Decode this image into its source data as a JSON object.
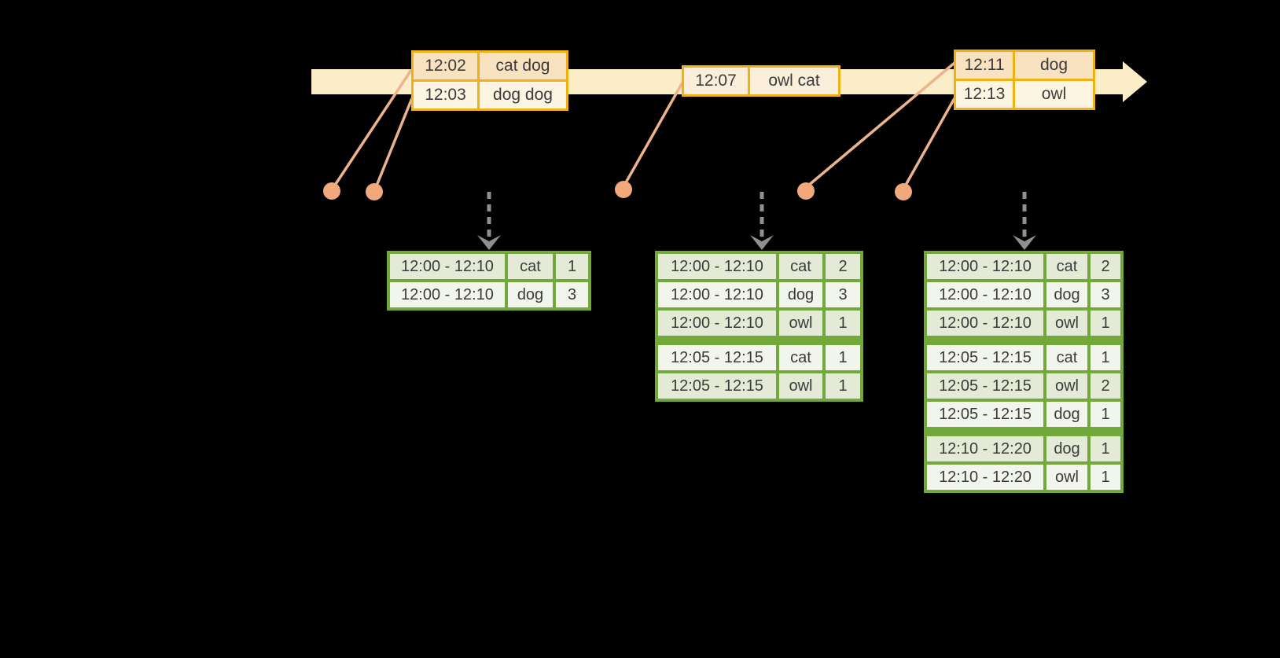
{
  "colors": {
    "background": "#000000",
    "timeline_band": "#FAEDC8",
    "event_table_border": "#EFB211",
    "event_row_dark": "#F9E2C0",
    "event_row_light": "#FDF5E2",
    "event_row_mid": "#FBEEDA",
    "dot": "#F1A97C",
    "connector_line": "#EDB38C",
    "result_table_border": "#73A93B",
    "result_row_dark": "#E3EBD6",
    "result_row_light": "#F2F5EC",
    "trigger_arrow": "#8F8F8F",
    "text": "#3B3B3B"
  },
  "timeline": {
    "event_tables": [
      {
        "rows": [
          {
            "time": "12:02",
            "words": "cat dog"
          },
          {
            "time": "12:03",
            "words": "dog dog"
          }
        ]
      },
      {
        "rows": [
          {
            "time": "12:07",
            "words": "owl cat"
          }
        ]
      },
      {
        "rows": [
          {
            "time": "12:11",
            "words": "dog"
          },
          {
            "time": "12:13",
            "words": "owl"
          }
        ]
      }
    ]
  },
  "result_tables": [
    {
      "rows": [
        {
          "window": "12:00 - 12:10",
          "word": "cat",
          "count": "1"
        },
        {
          "window": "12:00 - 12:10",
          "word": "dog",
          "count": "3"
        }
      ]
    },
    {
      "rows": [
        {
          "window": "12:00 - 12:10",
          "word": "cat",
          "count": "2"
        },
        {
          "window": "12:00 - 12:10",
          "word": "dog",
          "count": "3"
        },
        {
          "window": "12:00 - 12:10",
          "word": "owl",
          "count": "1"
        },
        {
          "window": "12:05 - 12:15",
          "word": "cat",
          "count": "1"
        },
        {
          "window": "12:05 - 12:15",
          "word": "owl",
          "count": "1"
        }
      ]
    },
    {
      "rows": [
        {
          "window": "12:00 - 12:10",
          "word": "cat",
          "count": "2"
        },
        {
          "window": "12:00 - 12:10",
          "word": "dog",
          "count": "3"
        },
        {
          "window": "12:00 - 12:10",
          "word": "owl",
          "count": "1"
        },
        {
          "window": "12:05 - 12:15",
          "word": "cat",
          "count": "1"
        },
        {
          "window": "12:05 - 12:15",
          "word": "owl",
          "count": "2"
        },
        {
          "window": "12:05 - 12:15",
          "word": "dog",
          "count": "1"
        },
        {
          "window": "12:10 - 12:20",
          "word": "dog",
          "count": "1"
        },
        {
          "window": "12:10 - 12:20",
          "word": "owl",
          "count": "1"
        }
      ]
    }
  ]
}
